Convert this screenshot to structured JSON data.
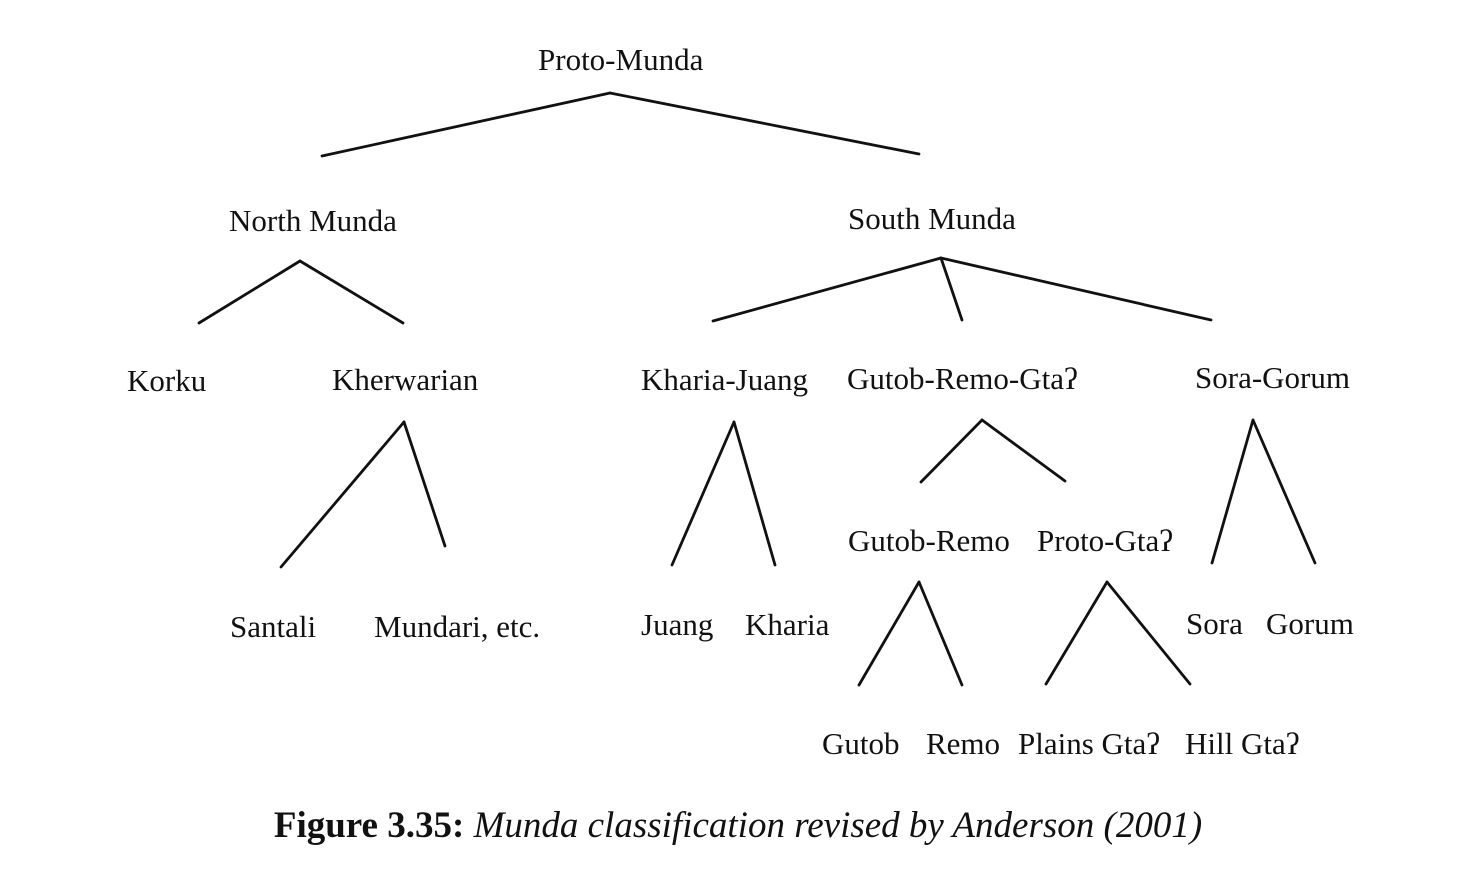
{
  "tree": {
    "nodes": [
      {
        "id": "proto-munda",
        "label": "Proto-Munda"
      },
      {
        "id": "north-munda",
        "label": "North Munda"
      },
      {
        "id": "south-munda",
        "label": "South Munda"
      },
      {
        "id": "korku",
        "label": "Korku"
      },
      {
        "id": "kherwarian",
        "label": "Kherwarian"
      },
      {
        "id": "kharia-juang",
        "label": "Kharia-Juang"
      },
      {
        "id": "gutob-remo-gta",
        "label": "Gutob-Remo-Gtaʔ"
      },
      {
        "id": "sora-gorum",
        "label": "Sora-Gorum"
      },
      {
        "id": "santali",
        "label": "Santali"
      },
      {
        "id": "mundari",
        "label": "Mundari, etc."
      },
      {
        "id": "juang",
        "label": "Juang"
      },
      {
        "id": "kharia",
        "label": "Kharia"
      },
      {
        "id": "gutob-remo",
        "label": "Gutob-Remo"
      },
      {
        "id": "proto-gta",
        "label": "Proto-Gtaʔ"
      },
      {
        "id": "sora",
        "label": "Sora"
      },
      {
        "id": "gorum",
        "label": "Gorum"
      },
      {
        "id": "gutob",
        "label": "Gutob"
      },
      {
        "id": "remo",
        "label": "Remo"
      },
      {
        "id": "plains-gta",
        "label": "Plains Gtaʔ"
      },
      {
        "id": "hill-gta",
        "label": "Hill Gtaʔ"
      }
    ],
    "edges": [
      [
        "proto-munda",
        "north-munda"
      ],
      [
        "proto-munda",
        "south-munda"
      ],
      [
        "north-munda",
        "korku"
      ],
      [
        "north-munda",
        "kherwarian"
      ],
      [
        "south-munda",
        "kharia-juang"
      ],
      [
        "south-munda",
        "gutob-remo-gta"
      ],
      [
        "south-munda",
        "sora-gorum"
      ],
      [
        "kherwarian",
        "santali"
      ],
      [
        "kherwarian",
        "mundari"
      ],
      [
        "kharia-juang",
        "juang"
      ],
      [
        "kharia-juang",
        "kharia"
      ],
      [
        "gutob-remo-gta",
        "gutob-remo"
      ],
      [
        "gutob-remo-gta",
        "proto-gta"
      ],
      [
        "sora-gorum",
        "sora"
      ],
      [
        "sora-gorum",
        "gorum"
      ],
      [
        "gutob-remo",
        "gutob"
      ],
      [
        "gutob-remo",
        "remo"
      ],
      [
        "proto-gta",
        "plains-gta"
      ],
      [
        "proto-gta",
        "hill-gta"
      ]
    ]
  },
  "caption": {
    "label": "Figure 3.35:",
    "text": "Munda classification revised by Anderson (2001)"
  }
}
